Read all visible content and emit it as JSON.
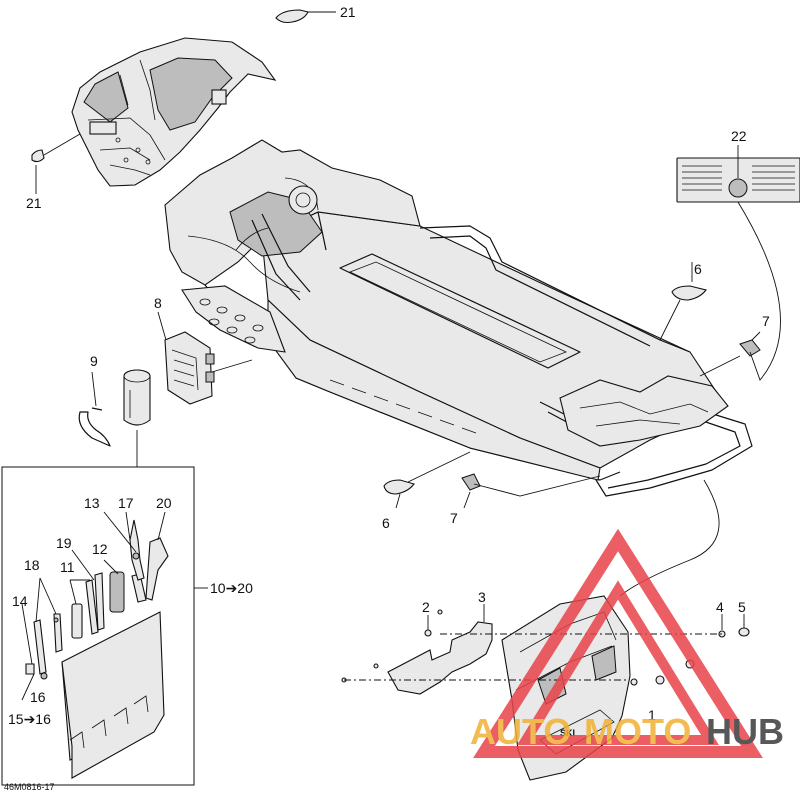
{
  "diagram": {
    "reference_code": "46M0816-17",
    "callouts": {
      "c21_top": "21",
      "c21_left": "21",
      "c22": "22",
      "c6_right": "6",
      "c7_right": "7",
      "c8": "8",
      "c9": "9",
      "c6_bottom": "6",
      "c7_bottom": "7",
      "c13": "13",
      "c17": "17",
      "c20": "20",
      "c19": "19",
      "c12": "12",
      "c18": "18",
      "c11": "11",
      "c14": "14",
      "c16": "16",
      "c15_16": "15➔16",
      "c10_20": "10➔20",
      "c2": "2",
      "c3": "3",
      "c4": "4",
      "c5": "5",
      "c1": "1"
    }
  },
  "watermark": {
    "brand_part1": "AUTO",
    "brand_part2": "MOTO",
    "brand_part3": "HUB",
    "color_primary": "#e8434a",
    "color_secondary": "#f2b134",
    "color_dark": "#3a3a3a"
  }
}
